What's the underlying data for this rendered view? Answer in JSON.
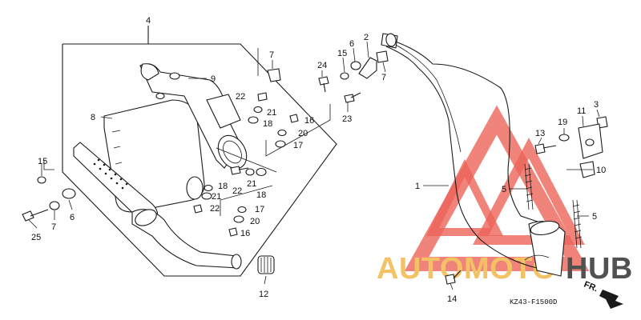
{
  "diagram_code": "KZ43-F1500D",
  "front_marker": "FR.",
  "watermark": {
    "left": "AUTOMOTO",
    "right": "HUB",
    "left_color": "#f2b84b",
    "right_color": "#333333",
    "triangle_color": "#e84a3c"
  },
  "callouts": {
    "c1": "1",
    "c2": "2",
    "c3": "3",
    "c4": "4",
    "c5a": "5",
    "c5b": "5",
    "c6a": "6",
    "c6b": "6",
    "c7a": "7",
    "c7b": "7",
    "c7c": "7",
    "c8": "8",
    "c9": "9",
    "c10": "10",
    "c11": "11",
    "c12": "12",
    "c13": "13",
    "c14": "14",
    "c15a": "15",
    "c15b": "15",
    "c16a": "16",
    "c16b": "16",
    "c17a": "17",
    "c17b": "17",
    "c18a": "18",
    "c18b": "18",
    "c18c": "18",
    "c19": "19",
    "c20a": "20",
    "c20b": "20",
    "c21a": "21",
    "c21b": "21",
    "c21c": "21",
    "c22a": "22",
    "c22b": "22",
    "c22c": "22",
    "c23": "23",
    "c24": "24",
    "c25": "25"
  }
}
